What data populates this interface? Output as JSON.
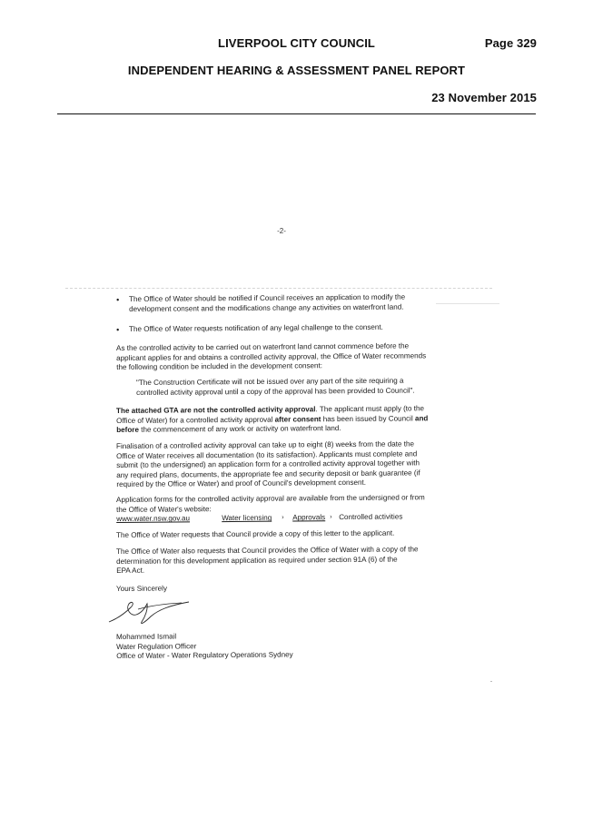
{
  "header": {
    "council": "LIVERPOOL CITY COUNCIL",
    "page": "Page 329",
    "report_title": "INDEPENDENT HEARING & ASSESSMENT PANEL REPORT",
    "date": "23 November 2015"
  },
  "letter": {
    "page_number": "-2-",
    "bullet1_line1": "The Office of Water should be notified if Council receives an application to modify the",
    "bullet1_line2": "development consent and the modifications change any activities on waterfront land.",
    "bullet2": "The Office of Water requests notification of any legal challenge to the consent.",
    "para1_line1": "As the controlled activity to be carried out on waterfront land cannot commence before the",
    "para1_line2": "applicant applies for and obtains a controlled activity approval, the Office of Water recommends",
    "para1_line3": "the following condition be included in the development consent:",
    "quote_line1": "\"The Construction Certificate will not be issued over any part of the site requiring a",
    "quote_line2": "controlled activity approval until a copy of the approval has been provided to Council\".",
    "para2_bold1": "The attached GTA are not the controlled activity approval",
    "para2_rest1": ". The applicant must apply (to the",
    "para2_line2a": "Office of Water) for a controlled activity approval ",
    "para2_bold2": "after consent",
    "para2_line2b": " has been issued by Council ",
    "para2_bold3": "and",
    "para2_bold4": "before",
    "para2_line3": " the commencement of any work or activity on waterfront land.",
    "para3_line1": "Finalisation of a controlled activity approval can take up to eight (8) weeks from the date the",
    "para3_line2": "Office of Water receives all documentation (to its satisfaction).  Applicants must complete and",
    "para3_line3": "submit (to the undersigned) an application form for a controlled activity approval together with",
    "para3_line4": "any required plans, documents, the appropriate fee and security deposit or bank guarantee (if",
    "para3_line5": "required by the Office or Water) and proof of Council's development consent.",
    "para4_line1": "Application forms for the controlled activity approval are available from the undersigned or from",
    "para4_line2": "the Office of Water's website:",
    "website": "www.water.nsw.gov.au",
    "nav_1": "Water licensing",
    "nav_2": "Approvals",
    "nav_3": "Controlled activities",
    "chevron": "›",
    "para5": "The Office of Water requests that Council provide a copy of this letter to the applicant.",
    "para6_line1": "The Office of Water also requests that Council provides the Office of Water with a copy of the",
    "para6_line2": "determination for this development application as required under section 91A (6) of the",
    "para6_line3": "EPA Act.",
    "closing": "Yours Sincerely",
    "signatory_name": "Mohammed Ismail",
    "signatory_title": "Water Regulation Officer",
    "signatory_org": "Office of Water - Water Regulatory Operations Sydney"
  }
}
